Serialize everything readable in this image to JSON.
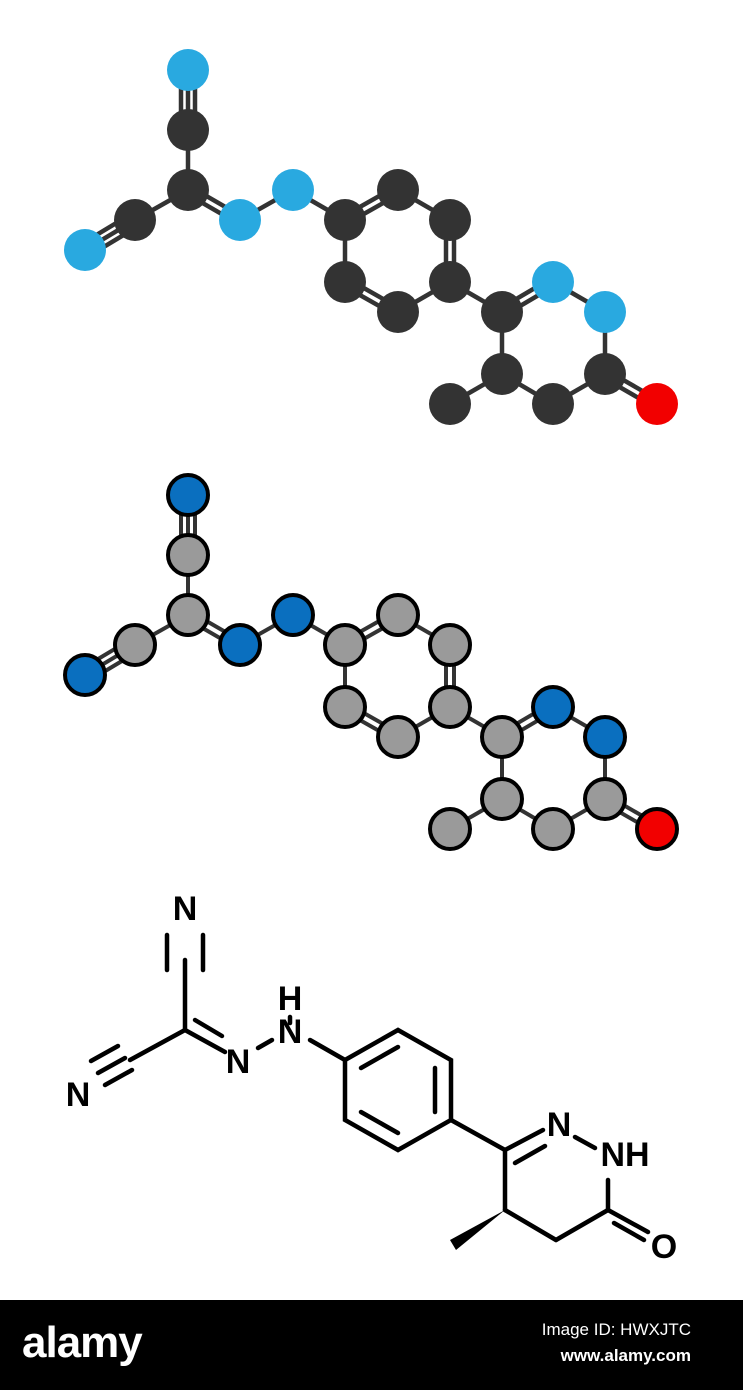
{
  "colors": {
    "background": "#ffffff",
    "footer_background": "#000000",
    "footer_text": "#ffffff",
    "model_carbon": "#333333",
    "model_nitrogen": "#29a9e0",
    "model_oxygen": "#f20000",
    "flat_carbon": "#9a9a9a",
    "flat_nitrogen": "#0a6fbf",
    "flat_oxygen": "#f20000",
    "bond": "#000000"
  },
  "structure_labels": {
    "n_top": "N",
    "n_left": "N",
    "n_imine": "N",
    "h_hydrazine": "H",
    "n_hydrazine": "N",
    "n_ring": "N",
    "nh_ring": "NH",
    "o_carbonyl": "O"
  },
  "footer": {
    "logo": "alamy",
    "image_id": "Image ID: HWXJTC",
    "site": "www.alamy.com"
  }
}
